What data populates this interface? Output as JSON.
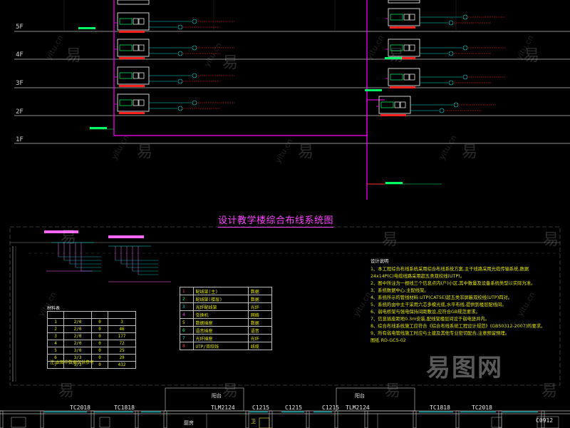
{
  "diagram": {
    "title": "设计教学楼综合布线系统图",
    "floors": [
      "5F",
      "4F",
      "3F",
      "2F",
      "1F"
    ],
    "notes_title": "设计说明",
    "notes": [
      "1、本工程综合布线系统采用综合布线系统方案,主干线路采用光缆传输系统,数据",
      "24x14P(C)电缆线路采用超五类双绞线(UTP)。",
      "2、图中所注为一根线三个信息点内(户)小区,其中数量及设备系统类型以实际为准。",
      "3、系统数据中心:主配线架。",
      "4、系统所示的管线材料:UTP(CAT5E)超五类非屏蔽双绞线(UTP)四对。",
      "5、系统的由中主干采用六芯多模光缆,水平布线,提供到楼层配线间。",
      "6、弱电桥架与强电保持间距敷设,应符合GB规范要求。",
      "7、信息插座距地0.3m安装,配线架楼层间设于弱电竖井内。",
      "8、综合布线系统施工应符合《综合布线系统工程设计规范》(GB50312-2007)的要求。",
      "9、所有弱电管线施工时应与土建及其他专业密切配合,注意预留预埋。",
      "图纸 RD-GCS-02"
    ],
    "table_caption": "材料表",
    "table_rows": [
      [
        "1",
        "2/0",
        "0",
        "3"
      ],
      [
        "2",
        "2/0",
        "0",
        "46"
      ],
      [
        "3",
        "2/0",
        "0",
        "177"
      ],
      [
        "4",
        "2/0",
        "0",
        "72"
      ],
      [
        "5",
        "3/0",
        "0",
        "25"
      ],
      [
        "6",
        "3/3",
        "0",
        "29"
      ],
      [
        "7",
        "3/3",
        "0",
        "432"
      ]
    ],
    "table_note": "注:本图中数据仅供参考",
    "legend_rows": [
      [
        "1",
        "配线架(主)",
        "数据"
      ],
      [
        "2",
        "配线架(楼层)",
        "数据"
      ],
      [
        "3",
        "光纤配线架",
        "光纤"
      ],
      [
        "4",
        "交换机",
        "网络"
      ],
      [
        "5",
        "数据插座",
        "数据"
      ],
      [
        "6",
        "语音插座",
        "语音"
      ],
      [
        "7",
        "光纤插座",
        "光纤"
      ],
      [
        "8",
        "UTP/双绞线",
        "线缆"
      ]
    ],
    "plan_labels": [
      "TC2018",
      "TC1818",
      "TLM2124",
      "C1215",
      "C1215",
      "C1215",
      "TLM2124",
      "TC1818",
      "TC2018",
      "C0912"
    ],
    "plan_room_labels": [
      "阳台",
      "阳台",
      "厨房",
      "卫"
    ]
  },
  "watermark": {
    "char": "易",
    "latin": "yitu.cn",
    "brand": "易图网"
  },
  "colors": {
    "background": "#000000",
    "bus": "#ff00ff",
    "box": "#ffffff",
    "green": "#00ff66",
    "cyan": "#00e0e0",
    "red": "#ff2020",
    "yellow": "#e8e800",
    "grid": "#bbbbbb"
  }
}
